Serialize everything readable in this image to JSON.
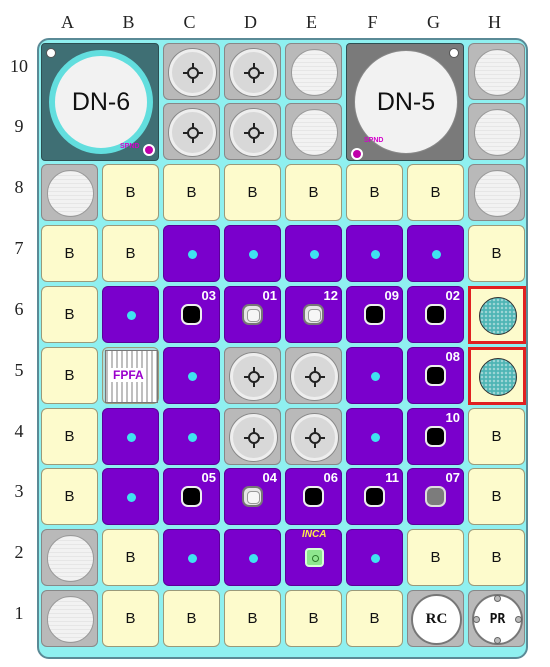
{
  "columns": [
    "A",
    "B",
    "C",
    "D",
    "E",
    "F",
    "G",
    "H"
  ],
  "rows": [
    "10",
    "9",
    "8",
    "7",
    "6",
    "5",
    "4",
    "3",
    "2",
    "1"
  ],
  "colors": {
    "coolant": "#8ff0f0",
    "fuel": "#7a00cc",
    "beryllium": "#fdfbcc",
    "experiment_outline": "#e02020"
  },
  "large_positions": [
    {
      "key": "dn6",
      "label": "DN-6",
      "spnd": "SPND"
    },
    {
      "key": "dn5",
      "label": "DN-5",
      "spnd": "SPND"
    }
  ],
  "fpfa_label": "FPFA",
  "inca_label": "INCA",
  "rc_label": "RC",
  "pr_label": "PR",
  "beryllium_label": "B",
  "rod_numbers": [
    "01",
    "02",
    "03",
    "04",
    "05",
    "06",
    "07",
    "08",
    "09",
    "10",
    "11",
    "12"
  ],
  "grid": {
    "r8": [
      "grey",
      "B",
      "B",
      "B",
      "B",
      "B",
      "B",
      "grey"
    ],
    "r7": [
      "B",
      "B",
      "fuel",
      "fuel",
      "fuel",
      "fuel",
      "fuel",
      "B"
    ],
    "r6": [
      "B",
      "fuel",
      "rod:03:black",
      "rod:01:light",
      "rod:12:light",
      "rod:09:black",
      "rod:02:black",
      "exp"
    ],
    "r5": [
      "B",
      "fpfa",
      "fuel",
      "ctl",
      "ctl",
      "fuel",
      "rod:08:black",
      "exp"
    ],
    "r4": [
      "B",
      "fuel",
      "fuel",
      "ctl",
      "ctl",
      "fuel",
      "rod:10:black",
      "B"
    ],
    "r3": [
      "B",
      "fuel",
      "rod:05:black",
      "rod:04:light",
      "rod:06:black",
      "rod:11:black",
      "rod:07:grey",
      "B"
    ],
    "r2": [
      "grey",
      "B",
      "fuel",
      "fuel",
      "inca",
      "fuel",
      "B",
      "B"
    ],
    "r1": [
      "grey",
      "B",
      "B",
      "B",
      "B",
      "B",
      "rc",
      "pr"
    ],
    "r10": [
      "dn6",
      "dn6",
      "ctl",
      "ctl",
      "grey",
      "dn5",
      "dn5",
      "grey"
    ],
    "r9": [
      "dn6",
      "dn6",
      "ctl",
      "ctl",
      "grey",
      "dn5",
      "dn5",
      "grey"
    ]
  }
}
